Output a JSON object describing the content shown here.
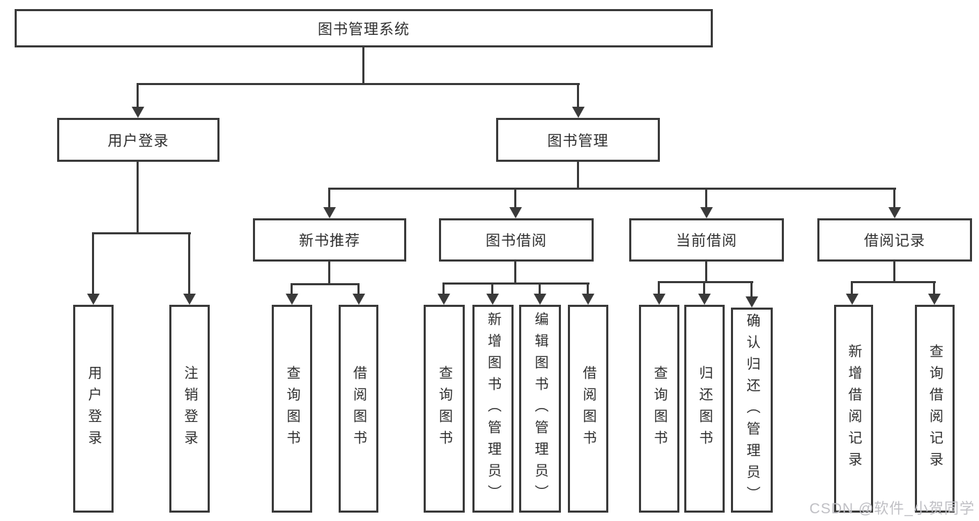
{
  "colors": {
    "line": "#3a3a3a",
    "text": "#2f2f2f",
    "background": "#ffffff",
    "watermark": "#bfbfc4"
  },
  "watermark": {
    "text": "CSDN @软件_小贺同学"
  },
  "tree": {
    "root": {
      "label": "图书管理系统"
    },
    "branches": [
      {
        "label": "用户登录",
        "children": [
          {
            "label": "用户登录"
          },
          {
            "label": "注销登录"
          }
        ]
      },
      {
        "label": "图书管理",
        "children": [
          {
            "label": "新书推荐",
            "children": [
              {
                "label": "查询图书"
              },
              {
                "label": "借阅图书"
              }
            ]
          },
          {
            "label": "图书借阅",
            "children": [
              {
                "label": "查询图书"
              },
              {
                "label": "新增图书（管理员）"
              },
              {
                "label": "编辑图书（管理员）"
              },
              {
                "label": "借阅图书"
              }
            ]
          },
          {
            "label": "当前借阅",
            "children": [
              {
                "label": "查询图书"
              },
              {
                "label": "归还图书"
              },
              {
                "label": "确认归还（管理员）"
              }
            ]
          },
          {
            "label": "借阅记录",
            "children": [
              {
                "label": "新增借阅记录"
              },
              {
                "label": "查询借阅记录"
              }
            ]
          }
        ]
      }
    ]
  }
}
